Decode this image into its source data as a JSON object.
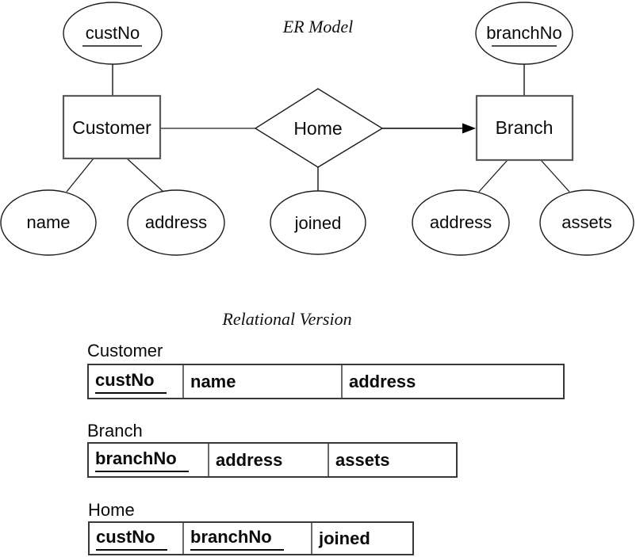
{
  "er_model": {
    "title": "ER Model",
    "entities": [
      {
        "name": "Customer",
        "key_attribute": "custNo",
        "attributes": [
          "name",
          "address"
        ]
      },
      {
        "name": "Branch",
        "key_attribute": "branchNo",
        "attributes": [
          "address",
          "assets"
        ]
      }
    ],
    "relationship": {
      "name": "Home",
      "attribute": "joined",
      "connects": [
        "Customer",
        "Branch"
      ]
    }
  },
  "relational": {
    "title": "Relational Version",
    "tables": [
      {
        "name": "Customer",
        "columns": [
          "custNo",
          "name",
          "address"
        ],
        "key_columns": [
          "custNo"
        ]
      },
      {
        "name": "Branch",
        "columns": [
          "branchNo",
          "address",
          "assets"
        ],
        "key_columns": [
          "branchNo"
        ]
      },
      {
        "name": "Home",
        "columns": [
          "custNo",
          "branchNo",
          "joined"
        ],
        "key_columns": [
          "custNo",
          "branchNo"
        ]
      }
    ]
  },
  "colors": {
    "background": "#ffffff",
    "line": "#1c1c1c",
    "box_border": "#5a5a5a",
    "text": "#0a0a0a"
  }
}
